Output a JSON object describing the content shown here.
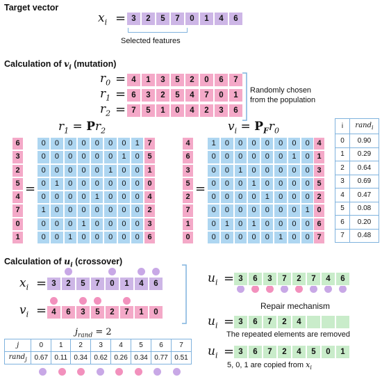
{
  "section1": {
    "title": "Target vector",
    "label": "x",
    "label_sub": "i",
    "vector": [
      "3",
      "2",
      "5",
      "7",
      "0",
      "1",
      "4",
      "6"
    ],
    "caption": "Selected features"
  },
  "section2": {
    "title_prefix": "Calculation of ",
    "title_var": "v",
    "title_sub": "i",
    "title_suffix": " (mutation)",
    "r_rows": [
      {
        "label": "r",
        "sub": "0",
        "values": [
          "4",
          "1",
          "3",
          "5",
          "2",
          "0",
          "6",
          "7"
        ]
      },
      {
        "label": "r",
        "sub": "1",
        "values": [
          "6",
          "3",
          "2",
          "5",
          "4",
          "7",
          "0",
          "1"
        ]
      },
      {
        "label": "r",
        "sub": "2",
        "values": [
          "7",
          "5",
          "1",
          "0",
          "4",
          "2",
          "3",
          "6"
        ]
      }
    ],
    "random_note": "Randomly chosen\nfrom the population",
    "eq_left": {
      "lhs": "r",
      "lhs_sub": "1",
      "rhs": "P",
      "rhs_var": "r",
      "rhs_sub": "2"
    },
    "eq_right": {
      "lhs": "v",
      "lhs_sub": "i",
      "rhs": "P",
      "rhs_sub_F": "F",
      "rhs_var": "r",
      "rhs_sub": "0"
    },
    "left_col": [
      "6",
      "3",
      "2",
      "5",
      "4",
      "7",
      "0",
      "1"
    ],
    "left_matrix": [
      [
        "0",
        "0",
        "0",
        "0",
        "0",
        "0",
        "0",
        "1"
      ],
      [
        "0",
        "0",
        "0",
        "0",
        "0",
        "0",
        "1",
        "0"
      ],
      [
        "0",
        "0",
        "0",
        "0",
        "0",
        "1",
        "0",
        "0"
      ],
      [
        "0",
        "1",
        "0",
        "0",
        "0",
        "0",
        "0",
        "0"
      ],
      [
        "0",
        "0",
        "0",
        "0",
        "1",
        "0",
        "0",
        "0"
      ],
      [
        "1",
        "0",
        "0",
        "0",
        "0",
        "0",
        "0",
        "0"
      ],
      [
        "0",
        "0",
        "0",
        "1",
        "0",
        "0",
        "0",
        "0"
      ],
      [
        "0",
        "0",
        "1",
        "0",
        "0",
        "0",
        "0",
        "0"
      ]
    ],
    "left_rcol": [
      "7",
      "5",
      "1",
      "0",
      "4",
      "2",
      "3",
      "6"
    ],
    "right_col": [
      "4",
      "6",
      "3",
      "5",
      "2",
      "7",
      "1",
      "0"
    ],
    "right_matrix": [
      [
        "1",
        "0",
        "0",
        "0",
        "0",
        "0",
        "0",
        "0"
      ],
      [
        "0",
        "0",
        "0",
        "0",
        "0",
        "0",
        "1",
        "0"
      ],
      [
        "0",
        "0",
        "1",
        "0",
        "0",
        "0",
        "0",
        "0"
      ],
      [
        "0",
        "0",
        "0",
        "1",
        "0",
        "0",
        "0",
        "0"
      ],
      [
        "0",
        "0",
        "0",
        "0",
        "1",
        "0",
        "0",
        "0"
      ],
      [
        "0",
        "0",
        "0",
        "0",
        "0",
        "0",
        "0",
        "1"
      ],
      [
        "0",
        "1",
        "0",
        "1",
        "0",
        "0",
        "0",
        "0"
      ],
      [
        "0",
        "0",
        "0",
        "0",
        "0",
        "1",
        "0",
        "0"
      ]
    ],
    "right_rcol": [
      "4",
      "1",
      "3",
      "5",
      "2",
      "0",
      "6",
      "7"
    ],
    "rand_table": {
      "head_i": "i",
      "head_rand": "rand",
      "head_rand_sub": "i",
      "rows": [
        [
          "0",
          "0.90"
        ],
        [
          "1",
          "0.29"
        ],
        [
          "2",
          "0.64"
        ],
        [
          "3",
          "0.69"
        ],
        [
          "4",
          "0.47"
        ],
        [
          "5",
          "0.08"
        ],
        [
          "6",
          "0.20"
        ],
        [
          "7",
          "0.48"
        ]
      ]
    }
  },
  "section3": {
    "title_prefix": "Calculation of ",
    "title_var": "u",
    "title_sub": "i",
    "title_suffix": " (crossover)",
    "x_label": "x",
    "x_sub": "i",
    "x_vector": [
      "3",
      "2",
      "5",
      "7",
      "0",
      "1",
      "4",
      "6"
    ],
    "v_label": "v",
    "v_sub": "i",
    "v_vector": [
      "4",
      "6",
      "3",
      "5",
      "2",
      "7",
      "1",
      "0"
    ],
    "jrand_label": "j",
    "jrand_sub": "rand",
    "jrand_value": "= 2",
    "j_table": {
      "head_j": "j",
      "head_rand": "rand",
      "head_rand_sub": "j",
      "j": [
        "0",
        "1",
        "2",
        "3",
        "4",
        "5",
        "6",
        "7"
      ],
      "rand": [
        "0.67",
        "0.11",
        "0.34",
        "0.62",
        "0.26",
        "0.34",
        "0.77",
        "0.51"
      ]
    },
    "u_label": "u",
    "u_sub": "i",
    "u_vector1": [
      "3",
      "6",
      "3",
      "7",
      "2",
      "7",
      "4",
      "6"
    ],
    "repair_title": "Repair mechanism",
    "u_vector2": [
      "3",
      "6",
      "7",
      "2",
      "4"
    ],
    "removed_note": "The repeated elements are removed",
    "u_vector3": [
      "3",
      "6",
      "7",
      "2",
      "4",
      "5",
      "0",
      "1"
    ],
    "copied_note": "5, 0, 1 are copied from ",
    "copied_var": "x",
    "copied_sub": "i"
  },
  "colors": {
    "purple": "#cdb6e6",
    "pink": "#f4a9c8",
    "green": "#c9ecca",
    "blue": "#aed6f1",
    "brace": "#7fb2dd"
  }
}
